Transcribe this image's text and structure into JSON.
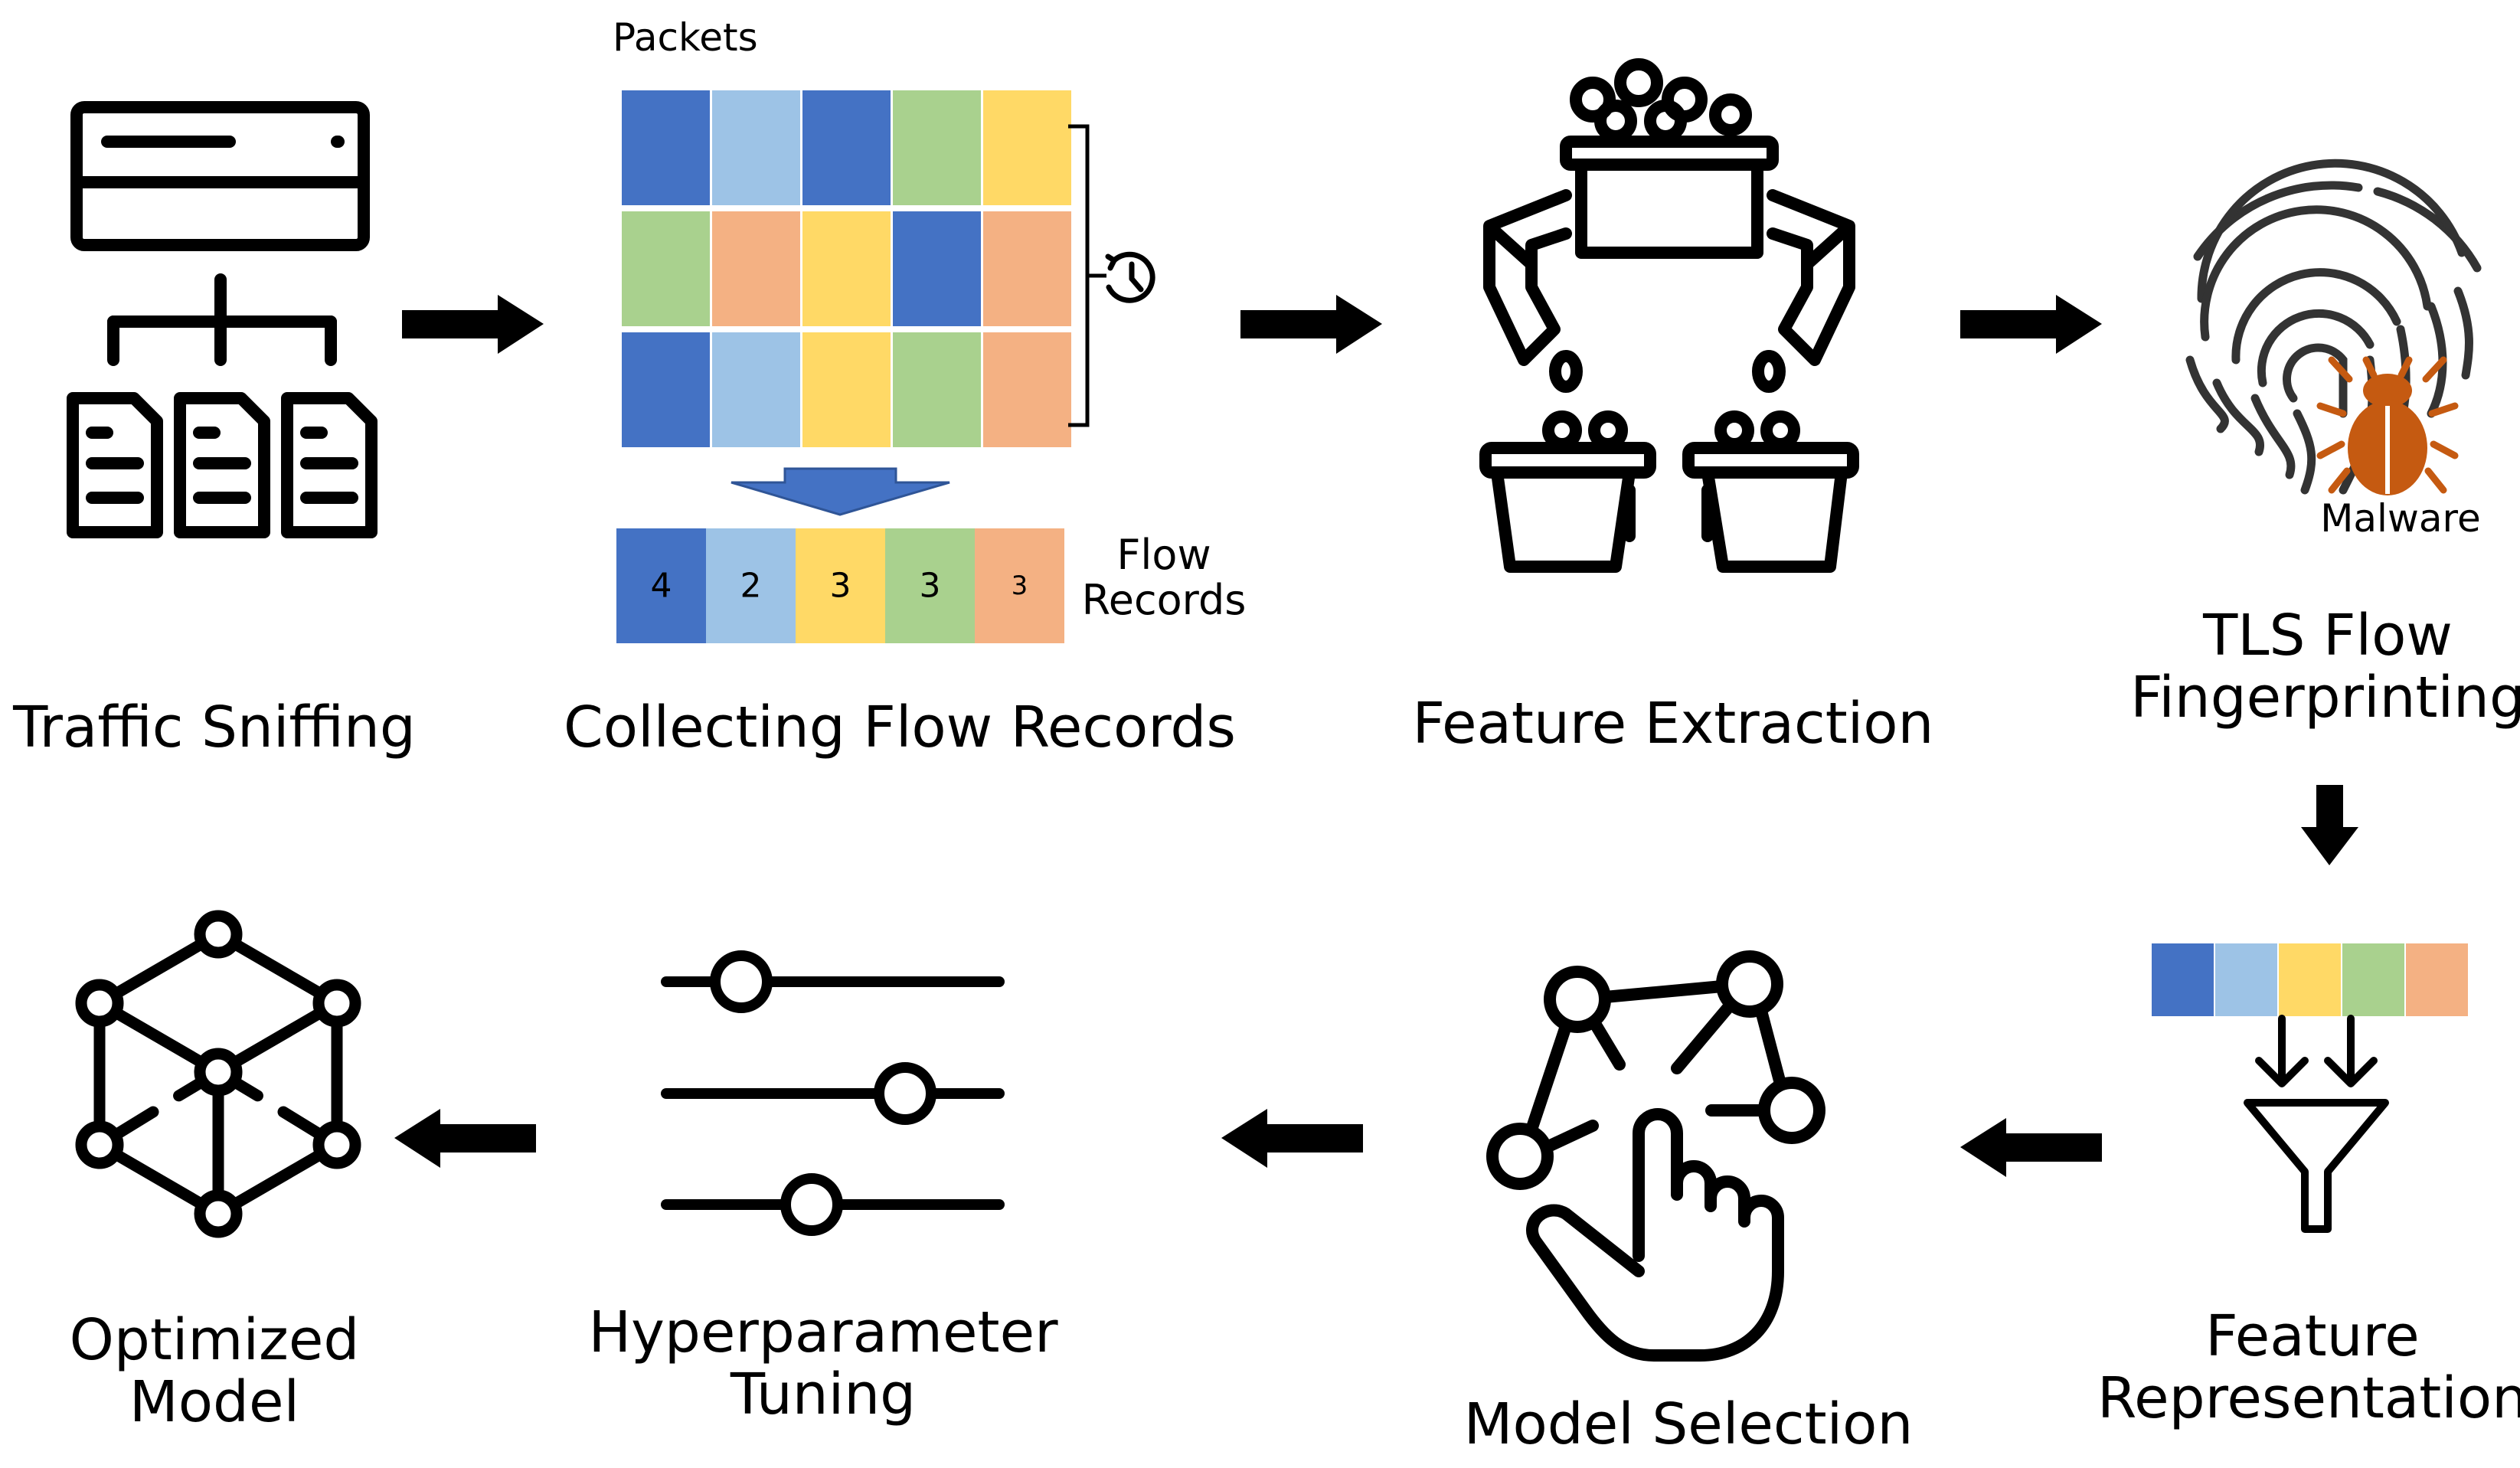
{
  "colors": {
    "blue": "#4472C4",
    "light_blue": "#9DC3E6",
    "yellow": "#FFD966",
    "green": "#A9D18E",
    "orange": "#F4B183",
    "malware": "#C55A11",
    "ink": "#000000"
  },
  "icons": [
    "server-network-icon",
    "robot-hand-icon",
    "fingerprint-icon",
    "bug-icon",
    "funnel-icon",
    "model-select-icon",
    "sliders-icon",
    "cube-network-icon",
    "clock-icon"
  ],
  "stages": {
    "traffic_sniffing": "Traffic Sniffing",
    "collecting_flow_records": "Collecting Flow Records",
    "feature_extraction": "Feature Extraction",
    "tls_line1": "TLS Flow",
    "tls_line2": "Fingerprinting",
    "feature_rep_line1": "Feature",
    "feature_rep_line2": "Representation",
    "model_selection": "Model Selection",
    "hyper_line1": "Hyperparameter",
    "hyper_line2": "Tuning",
    "optimized_line1": "Optimized",
    "optimized_line2": "Model"
  },
  "packets_label": "Packets",
  "packet_grid": [
    [
      "blue",
      "light_blue",
      "blue",
      "green",
      "yellow"
    ],
    [
      "green",
      "orange",
      "yellow",
      "blue",
      "orange"
    ],
    [
      "blue",
      "light_blue",
      "yellow",
      "green",
      "orange"
    ]
  ],
  "flow_records": {
    "label_line1": "Flow",
    "label_line2": "Records",
    "cells": [
      {
        "color": "blue",
        "value": "4"
      },
      {
        "color": "light_blue",
        "value": "2"
      },
      {
        "color": "yellow",
        "value": "3"
      },
      {
        "color": "green",
        "value": "3"
      },
      {
        "color": "orange",
        "value": "3"
      }
    ]
  },
  "malware_label": "Malware",
  "feature_vector": [
    "blue",
    "light_blue",
    "yellow",
    "green",
    "orange"
  ]
}
